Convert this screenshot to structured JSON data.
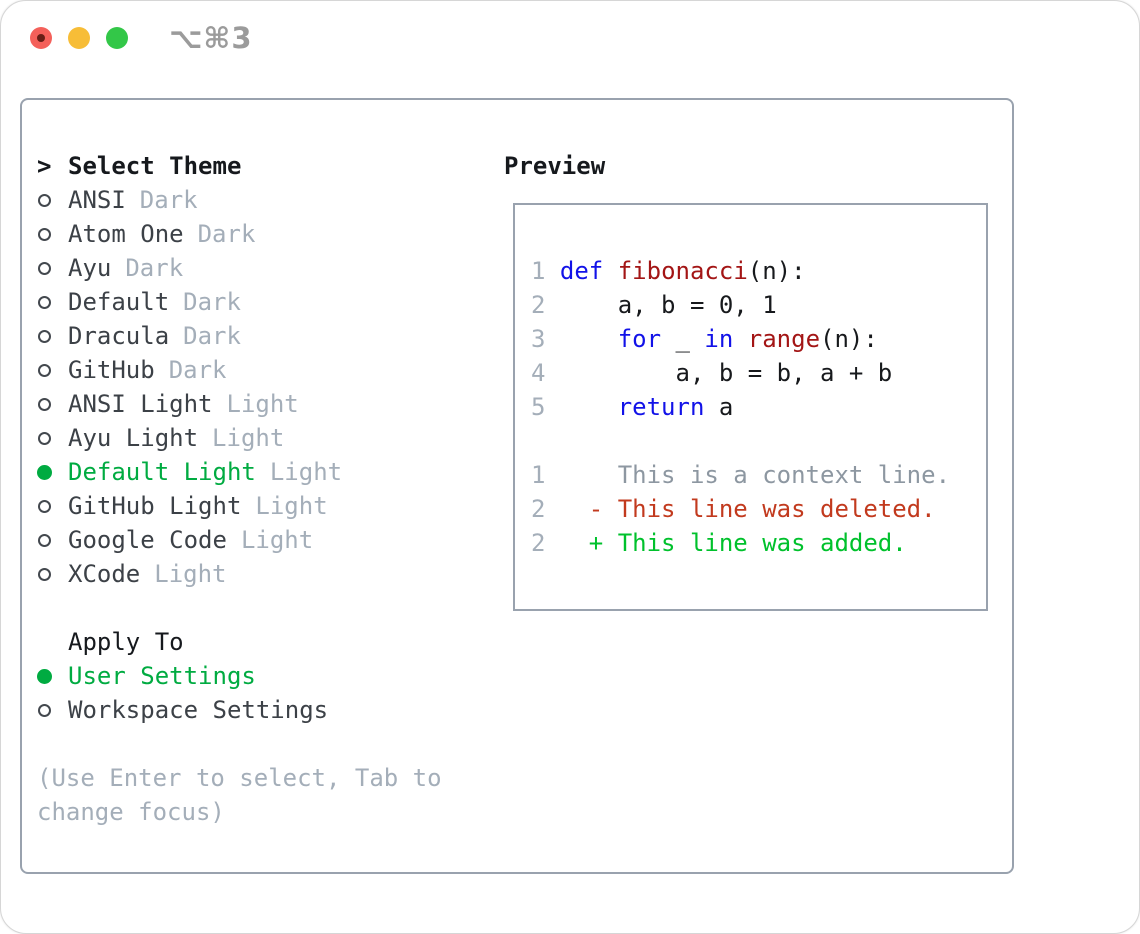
{
  "window": {
    "title": "⌥⌘3",
    "traffic_lights": {
      "close": "close",
      "minimize": "minimize",
      "zoom": "zoom"
    }
  },
  "theme_picker": {
    "header": {
      "marker": ">",
      "label": "Select Theme"
    },
    "themes": [
      {
        "name": "ANSI",
        "variant": "Dark",
        "selected": false
      },
      {
        "name": "Atom One",
        "variant": "Dark",
        "selected": false
      },
      {
        "name": "Ayu",
        "variant": "Dark",
        "selected": false
      },
      {
        "name": "Default",
        "variant": "Dark",
        "selected": false
      },
      {
        "name": "Dracula",
        "variant": "Dark",
        "selected": false
      },
      {
        "name": "GitHub",
        "variant": "Dark",
        "selected": false
      },
      {
        "name": "ANSI Light",
        "variant": "Light",
        "selected": false
      },
      {
        "name": "Ayu Light",
        "variant": "Light",
        "selected": false
      },
      {
        "name": "Default Light",
        "variant": "Light",
        "selected": true
      },
      {
        "name": "GitHub Light",
        "variant": "Light",
        "selected": false
      },
      {
        "name": "Google Code",
        "variant": "Light",
        "selected": false
      },
      {
        "name": "XCode",
        "variant": "Light",
        "selected": false
      }
    ],
    "apply_to": {
      "label": "Apply To",
      "options": [
        {
          "name": "User Settings",
          "selected": true
        },
        {
          "name": "Workspace Settings",
          "selected": false
        }
      ]
    },
    "help_text": "(Use Enter to select, Tab to change focus)"
  },
  "preview": {
    "label": "Preview",
    "lines": [
      {
        "segments": [
          {
            "t": "1",
            "c": "line_number"
          },
          {
            "t": " ",
            "c": "code_text"
          },
          {
            "t": "def",
            "c": "code_keyword"
          },
          {
            "t": " ",
            "c": "code_text"
          },
          {
            "t": "fibonacci",
            "c": "code_function"
          },
          {
            "t": "(n):",
            "c": "code_text"
          }
        ]
      },
      {
        "segments": [
          {
            "t": "2",
            "c": "line_number"
          },
          {
            "t": "     a, b = 0, 1",
            "c": "code_text"
          }
        ]
      },
      {
        "segments": [
          {
            "t": "3",
            "c": "line_number"
          },
          {
            "t": "     ",
            "c": "code_text"
          },
          {
            "t": "for",
            "c": "code_keyword"
          },
          {
            "t": " _ ",
            "c": "code_text"
          },
          {
            "t": "in",
            "c": "code_keyword"
          },
          {
            "t": " ",
            "c": "code_text"
          },
          {
            "t": "range",
            "c": "code_function"
          },
          {
            "t": "(n):",
            "c": "code_text"
          }
        ]
      },
      {
        "segments": [
          {
            "t": "4",
            "c": "line_number"
          },
          {
            "t": "         a, b = b, a + b",
            "c": "code_text"
          }
        ]
      },
      {
        "segments": [
          {
            "t": "5",
            "c": "line_number"
          },
          {
            "t": "     ",
            "c": "code_text"
          },
          {
            "t": "return",
            "c": "code_keyword"
          },
          {
            "t": " a",
            "c": "code_text"
          }
        ]
      },
      {
        "segments": []
      },
      {
        "segments": [
          {
            "t": "1",
            "c": "line_number"
          },
          {
            "t": "     This is a context line.",
            "c": "diff_context"
          }
        ]
      },
      {
        "segments": [
          {
            "t": "2",
            "c": "line_number"
          },
          {
            "t": "   - This line was deleted.",
            "c": "diff_deleted"
          }
        ]
      },
      {
        "segments": [
          {
            "t": "2",
            "c": "line_number"
          },
          {
            "t": "   + This line was added.",
            "c": "diff_added"
          }
        ]
      }
    ]
  },
  "colors": {
    "text_primary": "#16191d",
    "text_item": "#3c4147",
    "text_muted": "#a4aeb9",
    "accent_green": "#00ab41",
    "border_gray": "#99a2ae",
    "code_keyword": "#1212e8",
    "code_function": "#a31515",
    "code_text": "#17191c",
    "line_number": "#a4aeb9",
    "diff_context": "#8d97a1",
    "diff_deleted": "#c23a1e",
    "diff_added": "#00c12c",
    "traffic_red": "#f4605a",
    "traffic_red_dot": "#671e16",
    "traffic_yellow": "#f7bd37",
    "traffic_green": "#33c748",
    "title_gray": "#9b9b9b"
  }
}
